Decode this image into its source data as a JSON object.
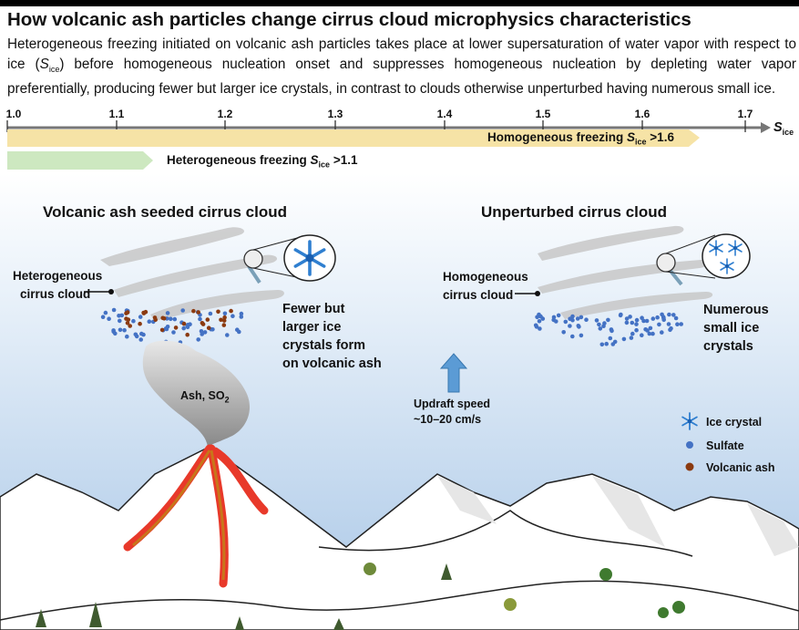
{
  "title": "How volcanic ash particles change cirrus cloud microphysics characteristics",
  "description_parts": {
    "p1": "Heterogeneous freezing initiated on volcanic ash particles takes place at lower supersaturation of water vapor with respect to ice (",
    "s": "S",
    "sub": "ice",
    "p2": ") before homogeneous nucleation onset and suppresses homogeneous nucleation by depleting water vapor preferentially, producing fewer but larger ice crystals, in contrast to clouds otherwise unperturbed having numerous small ice."
  },
  "axis": {
    "ticks": [
      "1.0",
      "1.1",
      "1.2",
      "1.3",
      "1.4",
      "1.5",
      "1.6",
      "1.7"
    ],
    "label": "S",
    "label_sub": "ice"
  },
  "bars": {
    "homogeneous": {
      "text": "Homogeneous freezing ",
      "s": "S",
      "sub": "ice",
      "thr": " >1.6",
      "color": "#f6e3a6"
    },
    "heterogeneous": {
      "text": "Heterogeneous freezing ",
      "s": "S",
      "sub": "ice",
      "thr": " >1.1",
      "color": "#cde8c0"
    }
  },
  "left_panel": {
    "heading": "Volcanic ash seeded cirrus cloud",
    "cloud_label": [
      "Heterogeneous",
      "cirrus cloud"
    ],
    "note": [
      "Fewer but",
      "larger ice",
      "crystals form",
      "on volcanic ash"
    ],
    "plume_label": "Ash, SO",
    "plume_sub": "2"
  },
  "right_panel": {
    "heading": "Unperturbed cirrus cloud",
    "cloud_label": [
      "Homogeneous",
      "cirrus cloud"
    ],
    "note": [
      "Numerous",
      "small ice",
      "crystals"
    ]
  },
  "updraft": [
    "Updraft speed",
    "~10–20 cm/s"
  ],
  "legend": [
    {
      "label": "Ice crystal",
      "icon": "snowflake",
      "color": "#3f8fd8"
    },
    {
      "label": "Sulfate",
      "icon": "dot",
      "color": "#4472c4"
    },
    {
      "label": "Volcanic ash",
      "icon": "dot",
      "color": "#8b3a10"
    }
  ]
}
